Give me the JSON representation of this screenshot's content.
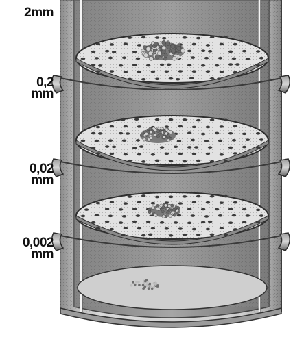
{
  "labels": {
    "top": "2mm",
    "level1": {
      "value": "0,2",
      "unit": "mm"
    },
    "level2": {
      "value": "0,02",
      "unit": "mm"
    },
    "level3": {
      "value": "0,002",
      "unit": "mm"
    }
  },
  "colors": {
    "background": "#ffffff",
    "shell_light": "#cfcfcf",
    "shell_dark": "#6e6e6e",
    "interior": "#9a9a9a",
    "sieve": "#e4e4e4",
    "hole": "#3a3a3a",
    "sediment": "#8a8a8a",
    "text": "#111111"
  }
}
